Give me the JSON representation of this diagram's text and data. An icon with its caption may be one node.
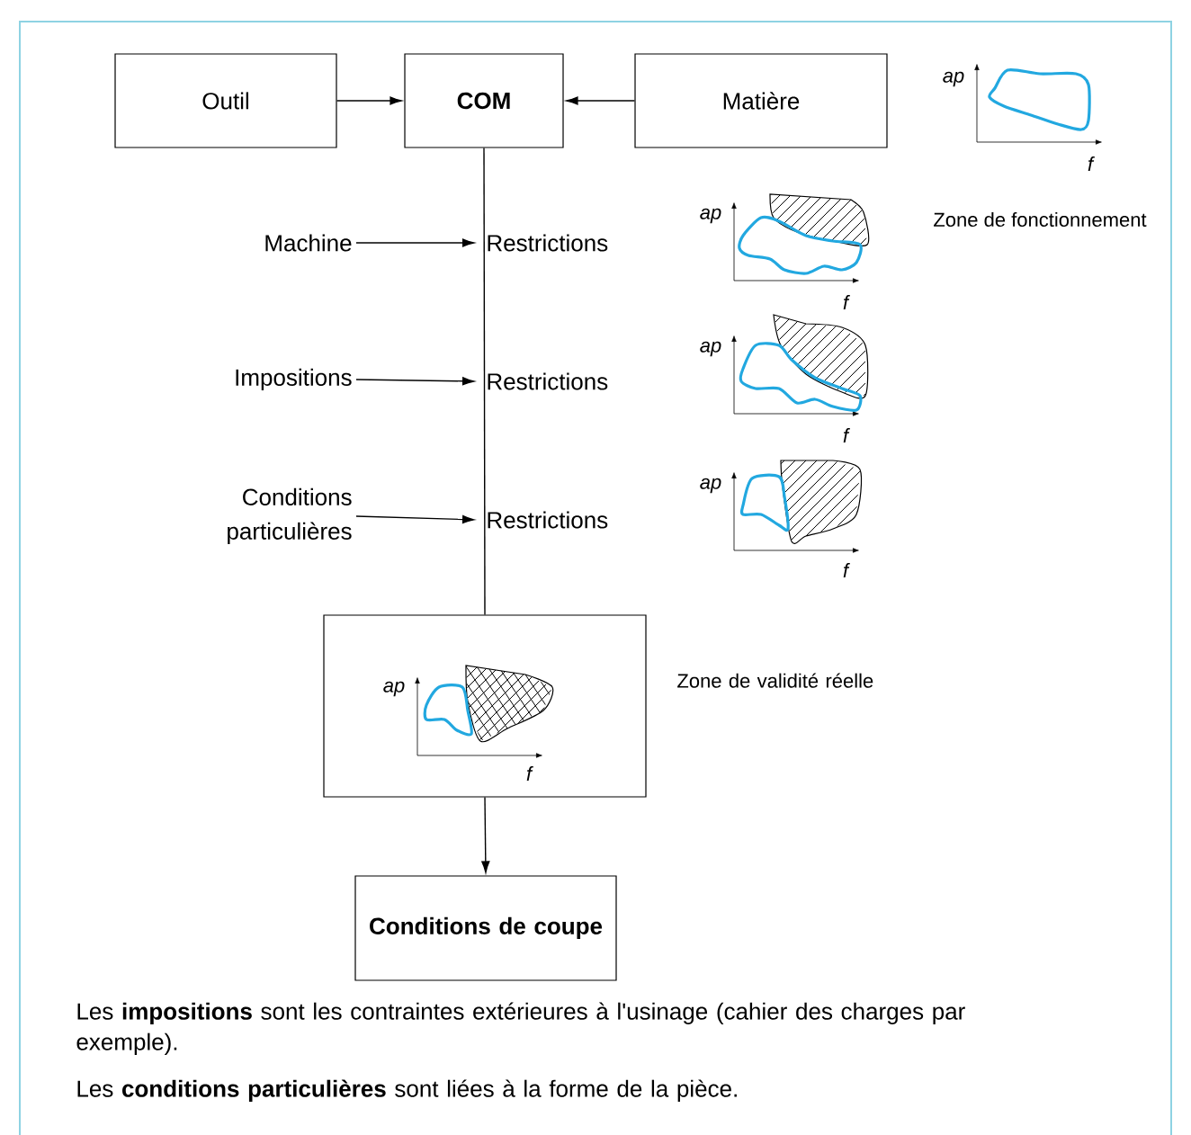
{
  "diagram": {
    "nodes": [
      {
        "text": [
          "Outil"
        ]
      },
      {
        "text": [
          "COM"
        ]
      },
      {
        "text": [
          "Matière"
        ]
      },
      {
        "text": [
          "Machine"
        ]
      },
      {
        "text": [
          "Restrictions"
        ]
      },
      {
        "text": [
          "Impositions"
        ]
      },
      {
        "text": [
          "Restrictions"
        ]
      },
      {
        "text": [
          "Conditions particulières"
        ]
      },
      {
        "text": [
          "Restrictions"
        ]
      },
      {
        "text": [],
        "shape": "box",
        "beside": [
          "Zone de validité réelle"
        ]
      },
      {
        "text": [
          "Conditions de coupe"
        ]
      }
    ],
    "edges": [
      {
        "from": 0,
        "to": 1,
        "arrow": "to"
      },
      {
        "from": 2,
        "to": 1,
        "arrow": "to"
      },
      {
        "from": 1,
        "to": 9,
        "arrow": "none"
      },
      {
        "from": 3,
        "to": 4,
        "arrow": "to"
      },
      {
        "from": 5,
        "to": 6,
        "arrow": "to"
      },
      {
        "from": 7,
        "to": 8,
        "arrow": "to"
      },
      {
        "from": 9,
        "to": 10,
        "arrow": "to"
      }
    ],
    "labels": [
      "ap",
      "f",
      "Zone de fonctionnement",
      "ap",
      "f",
      "ap",
      "f",
      "ap",
      "f",
      "ap",
      "f",
      "Les **impositions** sont les contraintes extérieures à l'usinage (cahier des charges par exemple).",
      "Les **conditions particulières** sont liées à la forme de la pièce."
    ]
  }
}
